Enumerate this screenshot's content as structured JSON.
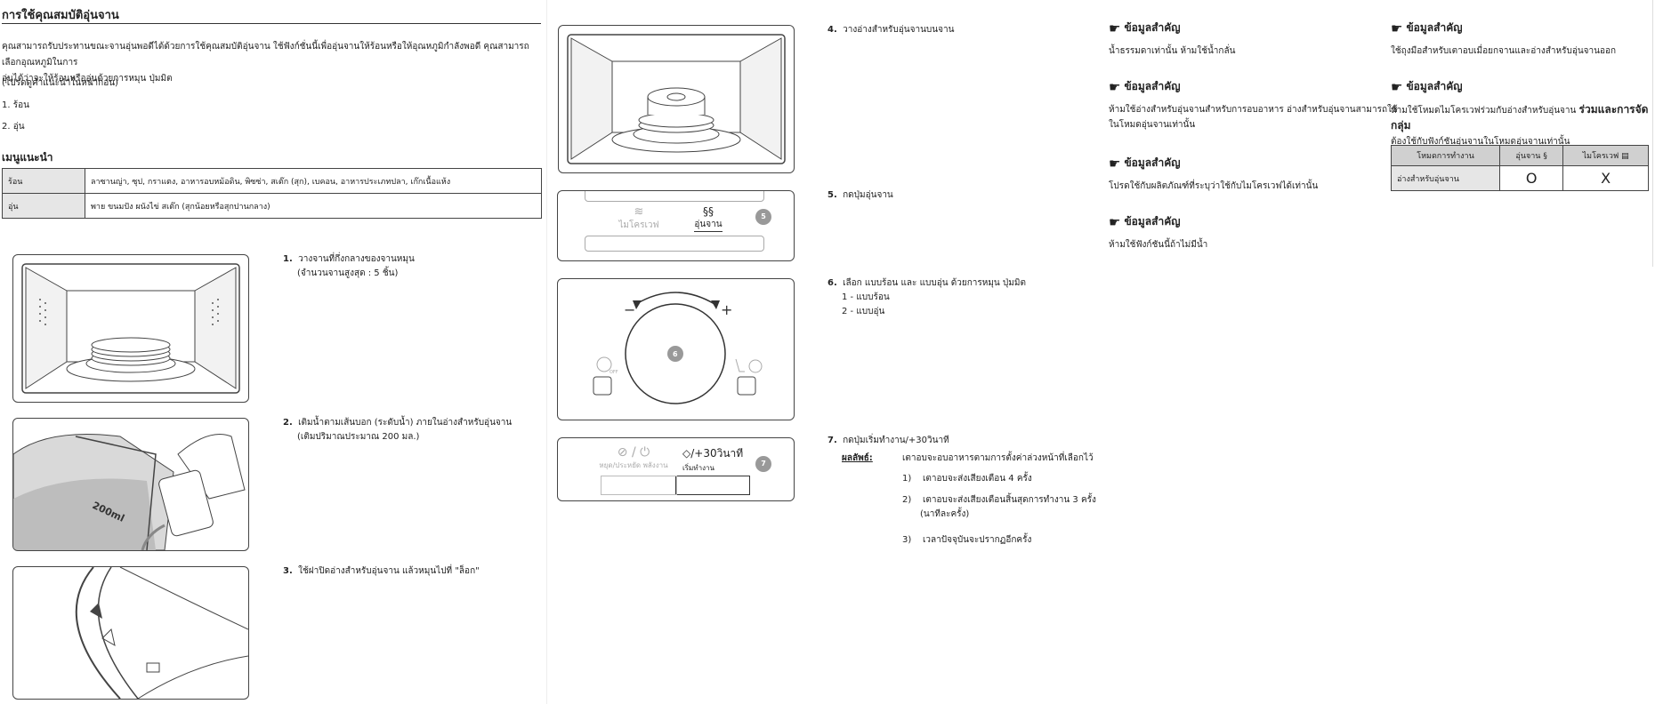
{
  "left": {
    "title": "การใช้คุณสมบัติอุ่นจาน",
    "intro": "คุณสามารถรับประทานขณะจานอุ่นพอดีได้ด้วยการใช้คุณสมบัติอุ่นจาน ใช้ฟังก์ชั่นนี้เพื่ออุ่นจานให้ร้อนหรือให้อุณหภูมิกำลังพอดี คุณสามารถเลือกอุณหภูมิในการ",
    "intro2": "อุ่นได้ว่าจะให้ร้อนหรืออุ่นด้วยการหมุน ปุ่มมิต",
    "note": "(โปรดดูคำแนะนำในหน้าก่อน)",
    "option1": "1. ร้อน",
    "option2": "2. อุ่น",
    "menu_title": "เมนูแนะนำ",
    "menu_rows": [
      {
        "label": "ร้อน",
        "value": "ลาซานญ่า, ซุป, กราแตง, อาหารอบหม้อดิน, พิซซ่า, สเต๊ก (สุก), เบคอน, อาหารประเภทปลา, เก๊กเนื้อแห้ง"
      },
      {
        "label": "อุ่น",
        "value": "พาย ขนมปัง ผนังไข่ สเต๊ก (สุกน้อยหรือสุกปานกลาง)"
      }
    ],
    "steps": [
      {
        "num": "1.",
        "line1": "วางจานที่กึ่งกลางของจานหมุน",
        "line2": "(จำนวนจานสูงสุด : 5 ชิ้น)"
      },
      {
        "num": "2.",
        "line1": "เติมน้ำตามเส้นบอก (ระดับน้ำ) ภายในอ่างสำหรับอุ่นจาน",
        "line2": "(เติมปริมาณประมาณ 200 มล.)"
      },
      {
        "num": "3.",
        "line1": "ใช้ฝาปิดอ่างสำหรับอุ่นจาน แล้วหมุนไปที่ \"ล็อก\"",
        "line2": ""
      }
    ],
    "jug_label": "200ml"
  },
  "mid": {
    "steps": [
      {
        "num": "4.",
        "line1": "วางอ่างสำหรับอุ่นจานบนจาน"
      },
      {
        "num": "5.",
        "line1": "กดปุ่มอุ่นจาน"
      },
      {
        "num": "6.",
        "line1": "เลือก แบบร้อน และ แบบอุ่น ด้วยการหมุน ปุ่มมิต",
        "sub1": "1 - แบบร้อน",
        "sub2": "2 - แบบอุ่น"
      },
      {
        "num": "7.",
        "line1": "กดปุ่มเริ่มทำงาน/+30วินาที"
      }
    ],
    "result_label": "ผลลัพธ์:",
    "result_main": "เตาอบจะอบอาหารตามการตั้งค่าล่วงหน้าที่เลือกไว้",
    "result_items": [
      {
        "num": "1)",
        "text": "เตาอบจะส่งเสียงเตือน 4 ครั้ง"
      },
      {
        "num": "2)",
        "text": "เตาอบจะส่งเสียงเตือนสิ้นสุดการทำงาน 3 ครั้ง",
        "text2": "(นาทีละครั้ง)"
      },
      {
        "num": "3)",
        "text": "เวลาปัจจุบันจะปรากฏอีกครั้ง"
      }
    ],
    "panel5": {
      "microwave": "ไมโครเวฟ",
      "plate_warm": "อุ่นจาน",
      "badge": "5"
    },
    "panel6": {
      "minus": "−",
      "plus": "+",
      "badge": "6",
      "off": "OFF"
    },
    "panel7": {
      "start": "/+30วินาที",
      "start_label": "เริ่มทำงาน",
      "stop_label": "หยุด/ประหยัด พลังงาน",
      "badge": "7"
    }
  },
  "right": {
    "important": [
      {
        "title": "ข้อมูลสำคัญ",
        "text": "น้ำธรรมดาเท่านั้น ห้ามใช้น้ำกลั่น"
      },
      {
        "title": "ข้อมูลสำคัญ",
        "text": "ห้ามใช้อ่างสำหรับอุ่นจานสำหรับการอบอาหาร อ่างสำหรับอุ่นจานสามารถใช้",
        "text2": "ในโหมดอุ่นจานเท่านั้น"
      },
      {
        "title": "ข้อมูลสำคัญ",
        "text": "โปรดใช้กับผลิตภัณฑ์ที่ระบุว่าใช้กับไมโครเวฟได้เท่านั้น"
      },
      {
        "title": "ข้อมูลสำคัญ",
        "text": "ห้ามใช้ฟังก์ชันนี้ถ้าไม่มีน้ำ"
      }
    ],
    "far_important": [
      {
        "title": "ข้อมูลสำคัญ",
        "text": "ใช้ถุงมือสำหรับเตาอบเมื่อยกจานและอ่างสำหรับอุ่นจานออก"
      },
      {
        "title": "ข้อมูลสำคัญ",
        "text": "ห้ามใช้โหมดไมโครเวฟร่วมกับอ่างสำหรับอุ่นจาน",
        "text_big": "ร่วมและการจัดกลุ่ม",
        "text2": "ต้องใช้กับฟังก์ชันอุ่นจานในโหมดอุ่นจานเท่านั้น"
      }
    ],
    "mode_table": {
      "headers": [
        "โหมดการทำงาน",
        "อุ่นจาน",
        "ไมโครเวฟ"
      ],
      "row_label": "อ่างสำหรับอุ่นจาน",
      "values": [
        "O",
        "X"
      ]
    }
  }
}
